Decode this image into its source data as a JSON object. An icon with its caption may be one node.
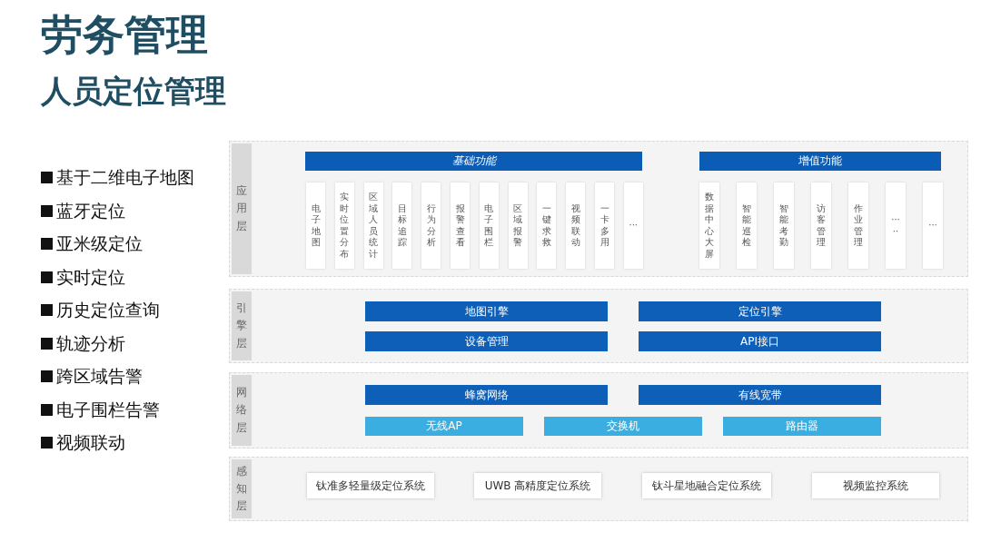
{
  "diagram": {
    "title": "劳务管理",
    "nodes": [
      {
        "text": [
          "应用层"
        ]
      },
      {
        "text": [
          "基础功能"
        ],
        "in": 0
      },
      {
        "text": [
          "电子地图"
        ],
        "in": 0
      },
      {
        "text": [
          "实时位置分布"
        ],
        "in": 0
      },
      {
        "text": [
          "区域人员统计"
        ],
        "in": 0
      },
      {
        "text": [
          "目标追踪"
        ],
        "in": 0
      },
      {
        "text": [
          "行为分析"
        ],
        "in": 0
      },
      {
        "text": [
          "报警查看"
        ],
        "in": 0
      },
      {
        "text": [
          "电子围栏"
        ],
        "in": 0
      },
      {
        "text": [
          "区域报警"
        ],
        "in": 0
      },
      {
        "text": [
          "一键求救"
        ],
        "in": 0
      },
      {
        "text": [
          "视频联动"
        ],
        "in": 0
      },
      {
        "text": [
          "一卡多用"
        ],
        "in": 0
      },
      {
        "text": [
          "···"
        ],
        "in": 0
      },
      {
        "text": [
          "增值功能"
        ],
        "in": 0
      },
      {
        "text": [
          "数据中心大屏"
        ],
        "in": 0
      },
      {
        "text": [
          "智能巡检"
        ],
        "in": 0
      },
      {
        "text": [
          "智能考勤"
        ],
        "in": 0
      },
      {
        "text": [
          "访客管理"
        ],
        "in": 0
      },
      {
        "text": [
          "作业管理"
        ],
        "in": 0
      },
      {
        "text": [
          "·····"
        ],
        "in": 0
      },
      {
        "text": [
          "···"
        ],
        "in": 0
      },
      {
        "text": [
          "引擎层"
        ]
      },
      {
        "text": [
          "地图引擎"
        ],
        "in": 22
      },
      {
        "text": [
          "定位引擎"
        ],
        "in": 22
      },
      {
        "text": [
          "设备管理"
        ],
        "in": 22
      },
      {
        "text": [
          "API接口"
        ],
        "in": 22
      },
      {
        "text": [
          "网络层"
        ]
      },
      {
        "text": [
          "蜂窝网络"
        ],
        "in": 27
      },
      {
        "text": [
          "有线宽带"
        ],
        "in": 27
      },
      {
        "text": [
          "无线AP"
        ],
        "in": 27
      },
      {
        "text": [
          "交换机"
        ],
        "in": 27
      },
      {
        "text": [
          "路由器"
        ],
        "in": 27
      },
      {
        "text": [
          "感知层"
        ]
      },
      {
        "text": [
          "钛准多轻量级定位系统"
        ],
        "in": 33
      },
      {
        "text": [
          "UWB 高精度定位系统"
        ],
        "in": 33
      },
      {
        "text": [
          "钛斗星地融合定位系统"
        ],
        "in": 33
      },
      {
        "text": [
          "视频监控系统"
        ],
        "in": 33
      }
    ],
    "edges": [],
    "labels": [
      "人员定位管理",
      "基于二维电子地图",
      "蓝牙定位",
      "亚米级定位",
      "实时定位",
      "历史定位查询",
      "轨迹分析",
      "跨区域告警",
      "电子围栏告警",
      "视频联动"
    ]
  }
}
